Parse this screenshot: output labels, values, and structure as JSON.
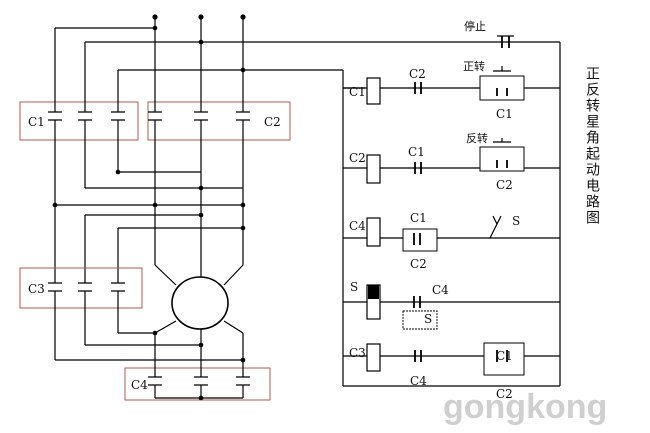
{
  "diagram": {
    "title": "正反转星角起动电路图",
    "power_contactor_labels": {
      "left_main": "C1",
      "right_main": "C2",
      "delta": "C3",
      "star": "C4"
    },
    "control": {
      "stop_button": "停止",
      "forward_button": "正转",
      "reverse_button": "反转",
      "rungs": [
        {
          "coil": "C1",
          "interlock": "C2",
          "hold": "C1"
        },
        {
          "coil": "C2",
          "interlock": "C1",
          "hold": "C2"
        },
        {
          "coil": "C4",
          "aux": "C1",
          "aux2": "C2",
          "switch": "S"
        },
        {
          "coil": "S",
          "contact": "C4",
          "timer_switch": "S"
        },
        {
          "coil": "C3",
          "interlock": "C4",
          "hold": "C1",
          "hold2": "C2"
        }
      ]
    }
  },
  "watermark": "gongkong"
}
